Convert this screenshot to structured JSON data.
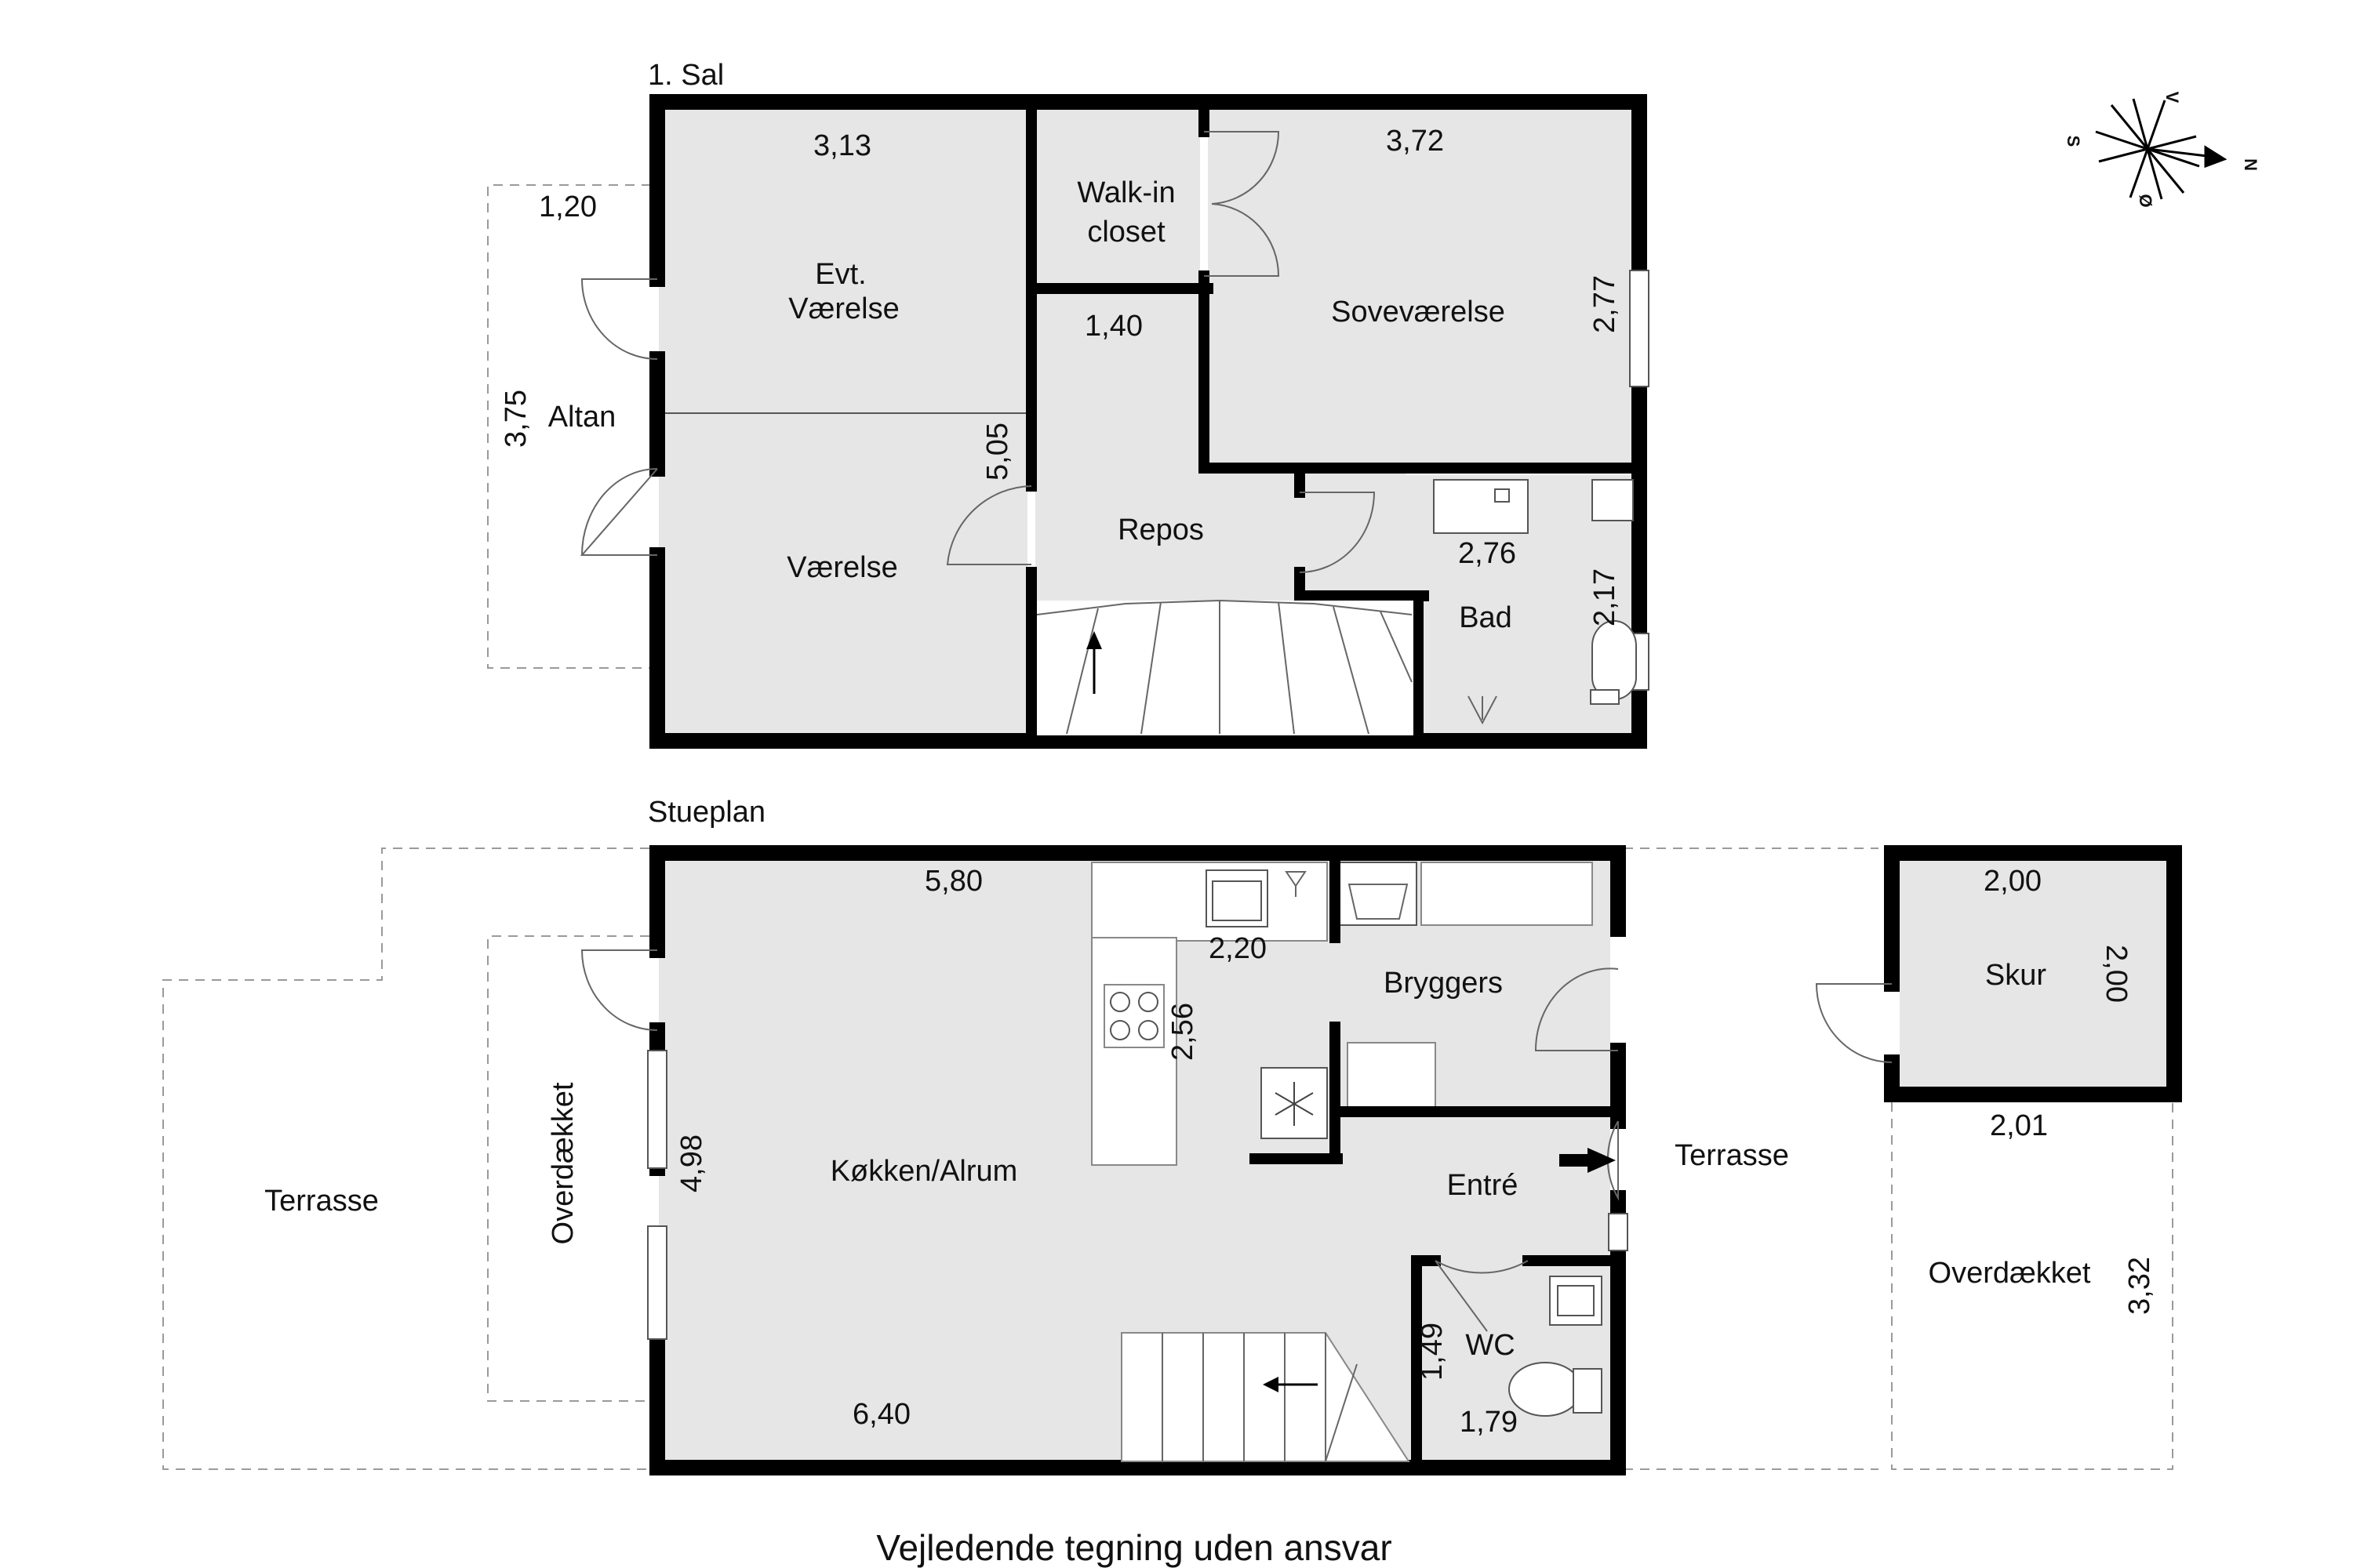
{
  "floors": {
    "upper_title": "1. Sal",
    "ground_title": "Stueplan"
  },
  "rooms": {
    "evt_vaerelse_1": "Evt.",
    "evt_vaerelse_2": "Værelse",
    "walkin_1": "Walk-in",
    "walkin_2": "closet",
    "sovevaerelse": "Soveværelse",
    "altan": "Altan",
    "vaerelse": "Værelse",
    "repos": "Repos",
    "bad": "Bad",
    "kokken": "Køkken/Alrum",
    "bryggers": "Bryggers",
    "entre": "Entré",
    "wc": "WC",
    "skur": "Skur",
    "terrasse_left": "Terrasse",
    "terrasse_right": "Terrasse",
    "overdaekket_left": "Overdækket",
    "overdaekket_right": "Overdækket"
  },
  "dimensions": {
    "evt_width": "3,13",
    "altan_width": "1,20",
    "altan_depth": "3,75",
    "rooms_depth": "5,05",
    "sove_width": "3,72",
    "sove_depth": "2,77",
    "hall_width": "1,40",
    "bad_width": "2,76",
    "bad_depth": "2,17",
    "kitchen_top": "5,80",
    "kitchen_bottom": "6,40",
    "kitchen_depth": "4,98",
    "bryggers_width": "2,20",
    "bryggers_depth": "2,56",
    "wc_depth": "1,49",
    "wc_width": "1,79",
    "skur_width": "2,00",
    "skur_depth": "2,00",
    "covered_width": "2,01",
    "covered_depth": "3,32"
  },
  "compass": {
    "north": "N",
    "south": "S",
    "east": "Ø",
    "west": "V"
  },
  "footer": "Vejledende tegning uden ansvar"
}
